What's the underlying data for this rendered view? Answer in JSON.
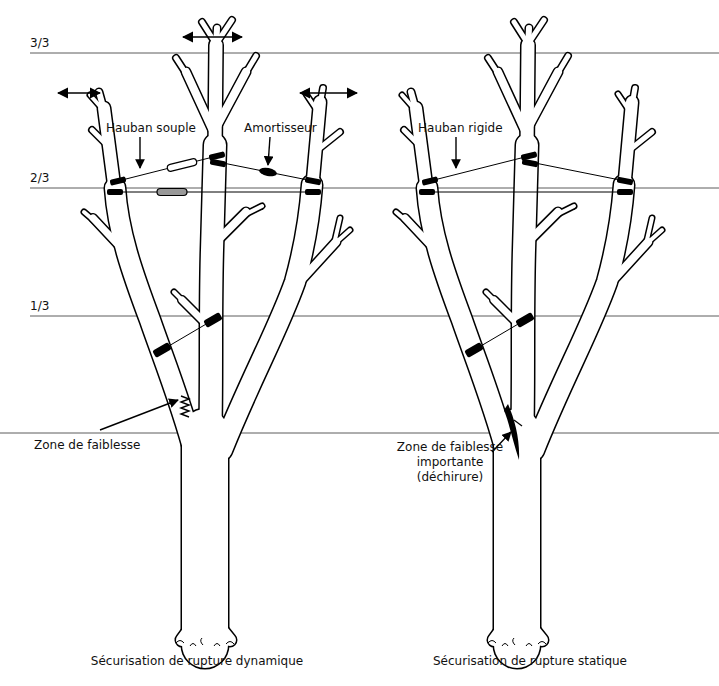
{
  "diagram": {
    "labels": [
      "3/3",
      "2/3",
      "1/3",
      "Hauban souple",
      "Amortisseur",
      "Zone de faiblesse",
      "Hauban rigide",
      "Zone de faiblesse importante (déchirure)",
      "Sécurisation de rupture dynamique",
      "Sécurisation de rupture statique"
    ]
  }
}
